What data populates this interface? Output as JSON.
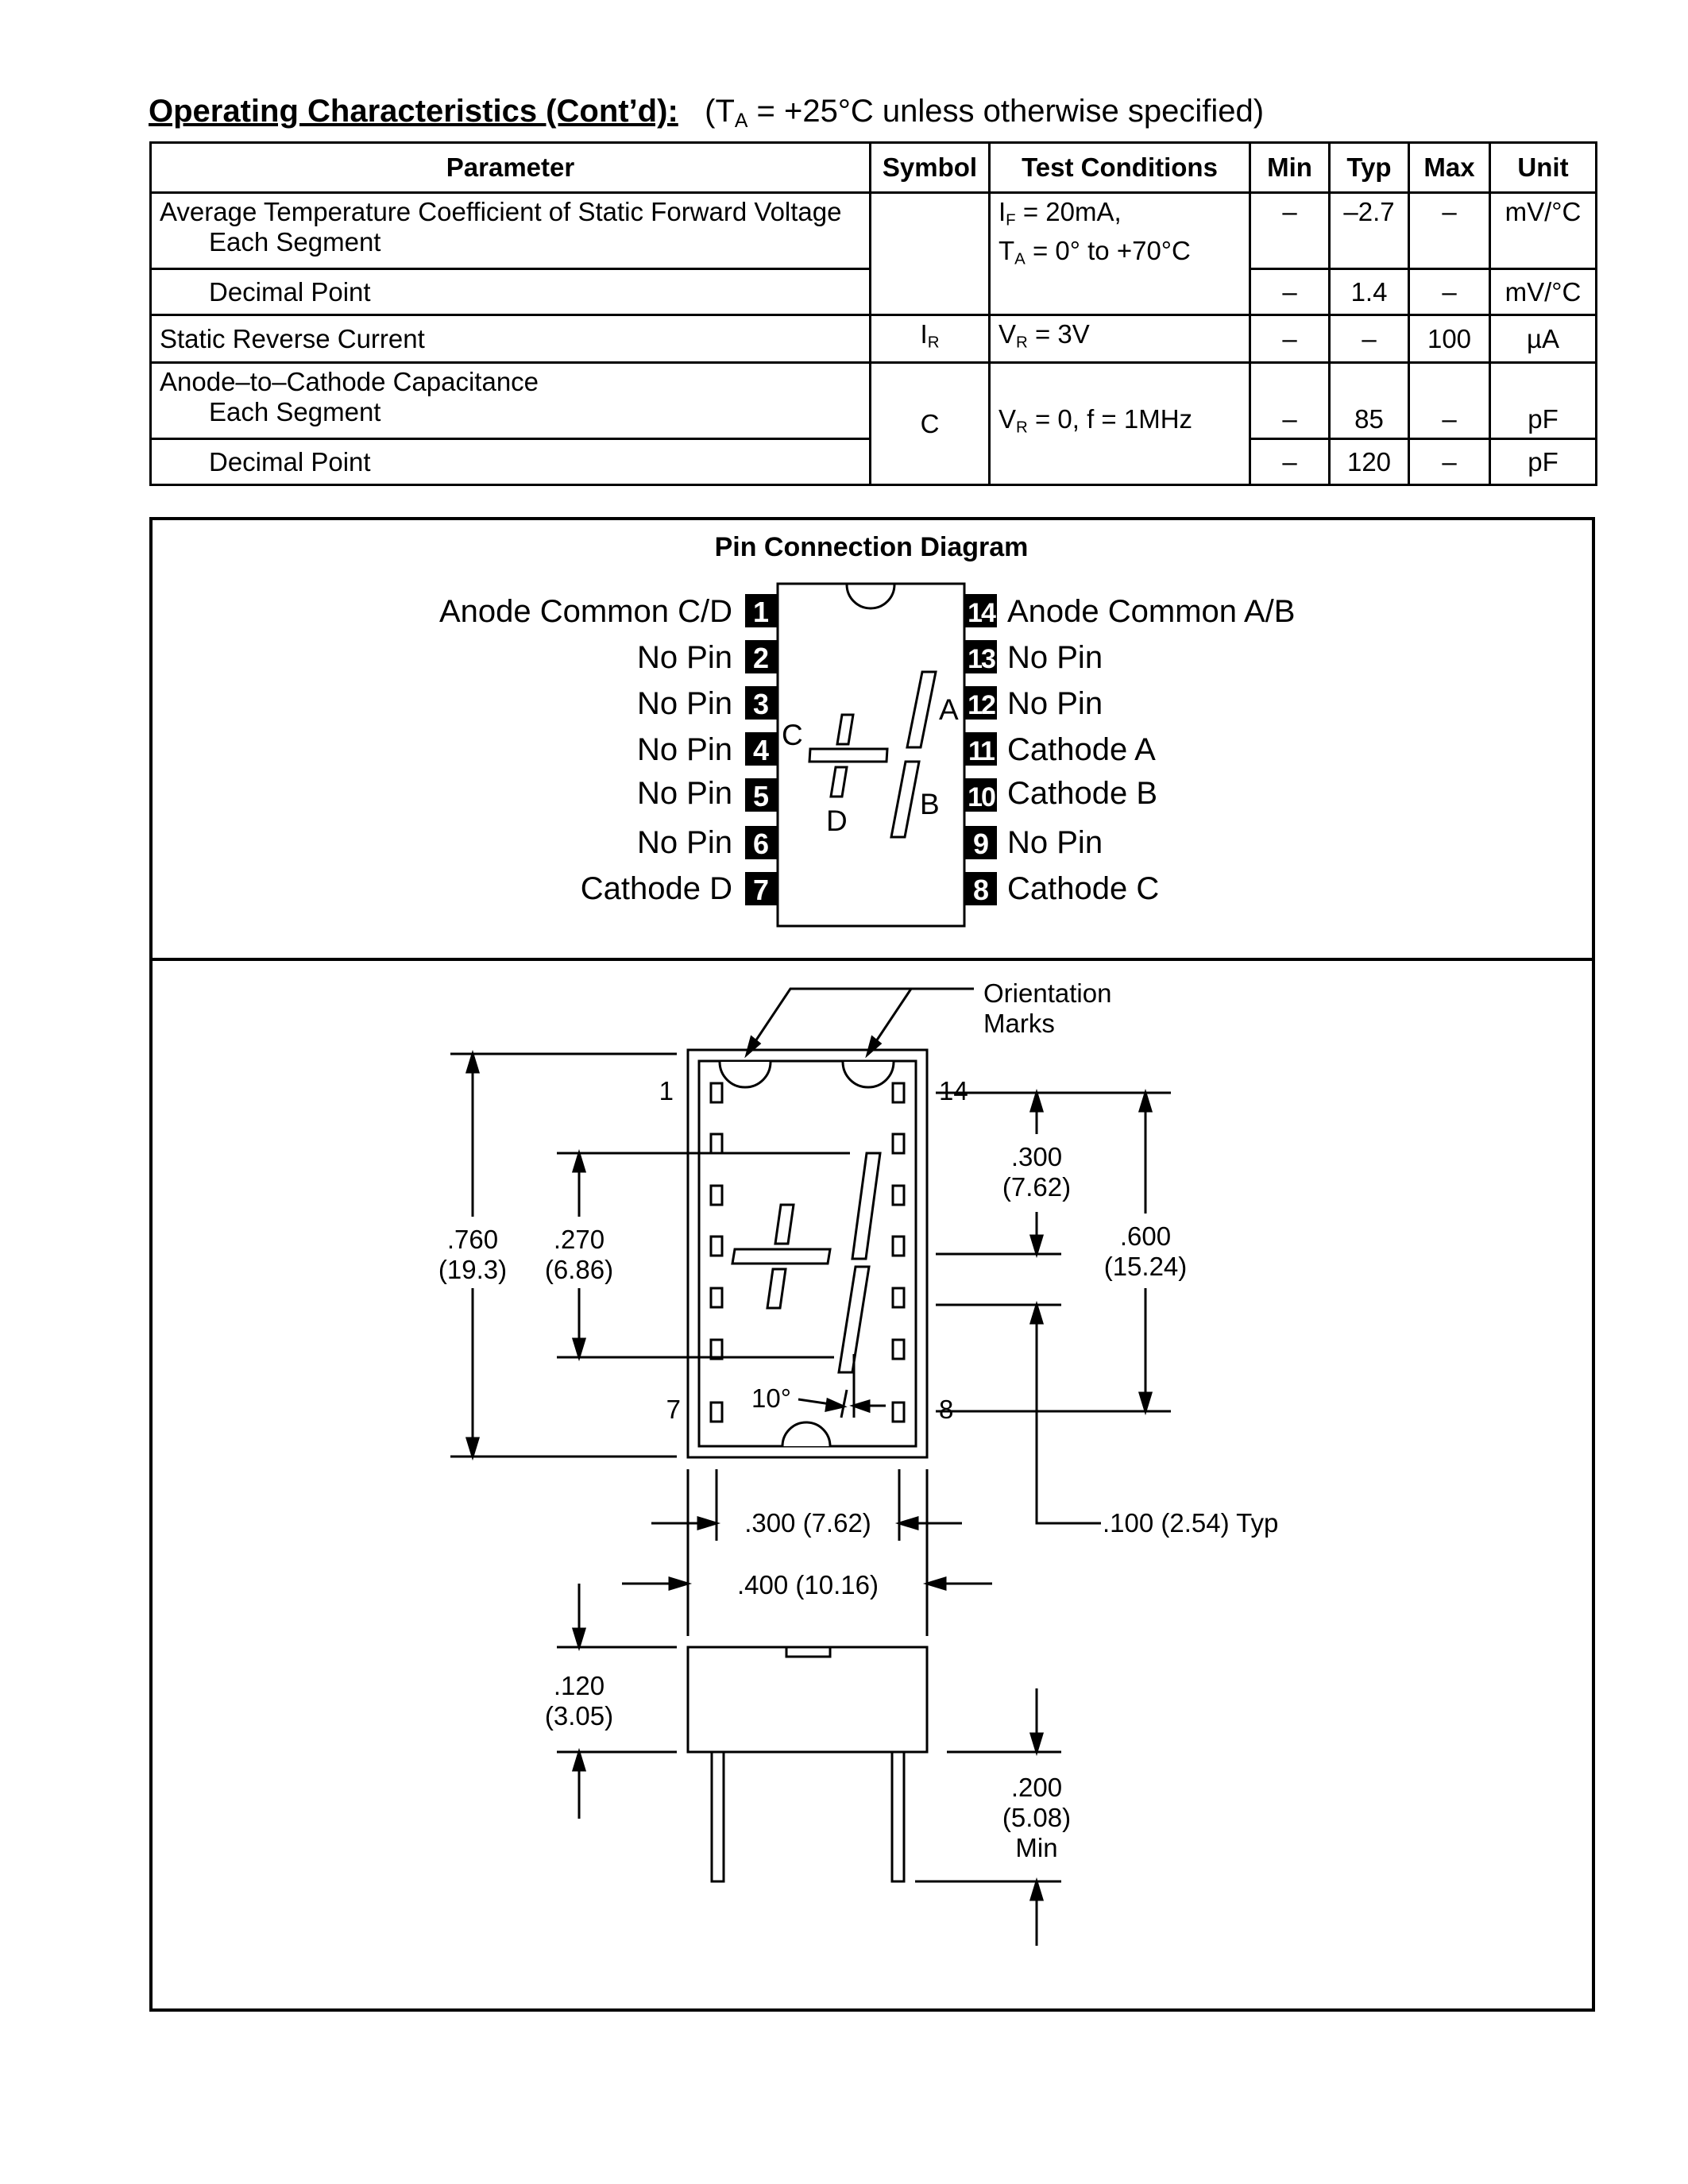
{
  "heading": {
    "title": "Operating Characteristics (Cont’d):",
    "condition_prefix": "(T",
    "condition_sub": "A",
    "condition_rest": " = +25°C unless otherwise specified)"
  },
  "table": {
    "headers": [
      "Parameter",
      "Symbol",
      "Test Conditions",
      "Min",
      "Typ",
      "Max",
      "Unit"
    ],
    "temp_coeff": {
      "parameter": "Average Temperature Coefficient of Static Forward Voltage",
      "sub1": "Each Segment",
      "sub2": "Decimal Point",
      "cond_line1_main": "I",
      "cond_line1_sub": "F",
      "cond_line1_rest": " = 20mA,",
      "cond_line2_main": "T",
      "cond_line2_sub": "A",
      "cond_line2_rest": " = 0° to +70°C",
      "row1": {
        "min": "–",
        "typ": "–2.7",
        "max": "–",
        "unit": "mV/°C"
      },
      "row2": {
        "min": "–",
        "typ": "1.4",
        "max": "–",
        "unit": "mV/°C"
      }
    },
    "reverse_current": {
      "parameter": "Static Reverse Current",
      "symbol_main": "I",
      "symbol_sub": "R",
      "cond_main": "V",
      "cond_sub": "R",
      "cond_rest": " = 3V",
      "min": "–",
      "typ": "–",
      "max": "100",
      "unit": "µA"
    },
    "capacitance": {
      "parameter": "Anode–to–Cathode Capacitance",
      "sub1": "Each Segment",
      "sub2": "Decimal Point",
      "symbol": "C",
      "cond_main": "V",
      "cond_sub": "R",
      "cond_rest": " = 0, f = 1MHz",
      "row1": {
        "min": "–",
        "typ": "85",
        "max": "–",
        "unit": "pF"
      },
      "row2": {
        "min": "–",
        "typ": "120",
        "max": "–",
        "unit": "pF"
      }
    }
  },
  "pin_diagram": {
    "title": "Pin Connection Diagram",
    "left_pins": [
      {
        "num": "1",
        "label": "Anode Common C/D"
      },
      {
        "num": "2",
        "label": "No Pin"
      },
      {
        "num": "3",
        "label": "No Pin"
      },
      {
        "num": "4",
        "label": "No Pin"
      },
      {
        "num": "5",
        "label": "No Pin"
      },
      {
        "num": "6",
        "label": "No Pin"
      },
      {
        "num": "7",
        "label": "Cathode D"
      }
    ],
    "right_pins": [
      {
        "num": "14",
        "label": "Anode Common A/B"
      },
      {
        "num": "13",
        "label": "No Pin"
      },
      {
        "num": "12",
        "label": "No Pin"
      },
      {
        "num": "11",
        "label": "Cathode A"
      },
      {
        "num": "10",
        "label": "Cathode B"
      },
      {
        "num": "9",
        "label": "No Pin"
      },
      {
        "num": "8",
        "label": "Cathode C"
      }
    ],
    "segment_labels": {
      "a": "A",
      "b": "B",
      "c": "C",
      "d": "D"
    }
  },
  "package": {
    "orientation_line1": "Orientation",
    "orientation_line2": "Marks",
    "pin1": "1",
    "pin14": "14",
    "pin7": "7",
    "pin8": "8",
    "dim_760_a": ".760",
    "dim_760_b": "(19.3)",
    "dim_270_a": ".270",
    "dim_270_b": "(6.86)",
    "dim_300v_a": ".300",
    "dim_300v_b": "(7.62)",
    "dim_600_a": ".600",
    "dim_600_b": "(15.24)",
    "angle": "10°",
    "dim_300h": ".300 (7.62)",
    "dim_100": ".100 (2.54) Typ",
    "dim_400": ".400 (10.16)",
    "dim_120_a": ".120",
    "dim_120_b": "(3.05)",
    "dim_200_a": ".200",
    "dim_200_b": "(5.08)",
    "dim_200_c": "Min"
  }
}
